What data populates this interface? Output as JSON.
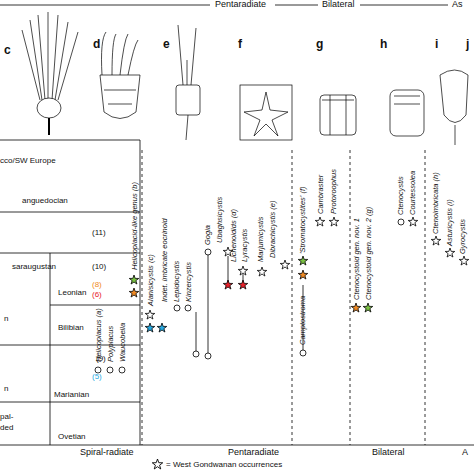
{
  "diagram": {
    "labels": [
      "Pentaradiate",
      "Bilateral",
      "As",
      "c",
      "d",
      "e",
      "f",
      "g",
      "h",
      "i",
      "j",
      "cco/SW Europe",
      "anguedocian",
      "(11)",
      "saraugustan",
      "(10)",
      "(8)",
      "Leonian",
      "(6)",
      "n",
      "Bilibian",
      "(9)",
      "(5)",
      "n",
      "Marianian",
      "pal-",
      "ded",
      "Ovetian",
      "Helicoplacus (a)",
      "Polyplacus",
      "Waucobella",
      "Helicoplacid-like genus (b)",
      "Alanisicystis (c)",
      "Indet. imbricate eocrinoid",
      "Lepidocystis",
      "Kinzercystis",
      "Gogia",
      "Ubaghsicystis",
      "Lichenoidids (d)",
      "Lyracystis",
      "Marjumicystis",
      "Dibrachicystis (e)",
      "Camptostroma",
      "'Stromatocystites' (f)",
      "Cambraster",
      "Protoroophus",
      "Ctenocystoid gen. nov. 1",
      "Ctenocystoid gen. nov. 2 (g)",
      "Ctenocystis",
      "Courtessolea",
      "Ctenoimbricata (h)",
      "Asturicystis (i)",
      "Gyrocystis",
      "Spiral-radiate",
      "Pentaradiate",
      "Bilateral",
      "A"
    ],
    "legend": [
      {
        "text": "= West Gondwanan occurrences"
      }
    ]
  }
}
